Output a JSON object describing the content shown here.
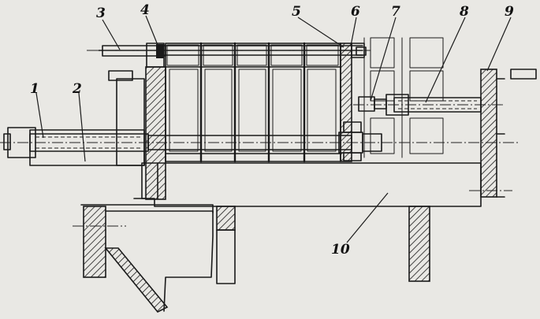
{
  "callouts": {
    "c1": "1",
    "c2": "2",
    "c3": "3",
    "c4": "4",
    "c5": "5",
    "c6": "6",
    "c7": "7",
    "c8": "8",
    "c9": "9",
    "c10": "10"
  },
  "colors": {
    "paper": "#e9e8e4",
    "ink": "#1a1a1a"
  }
}
